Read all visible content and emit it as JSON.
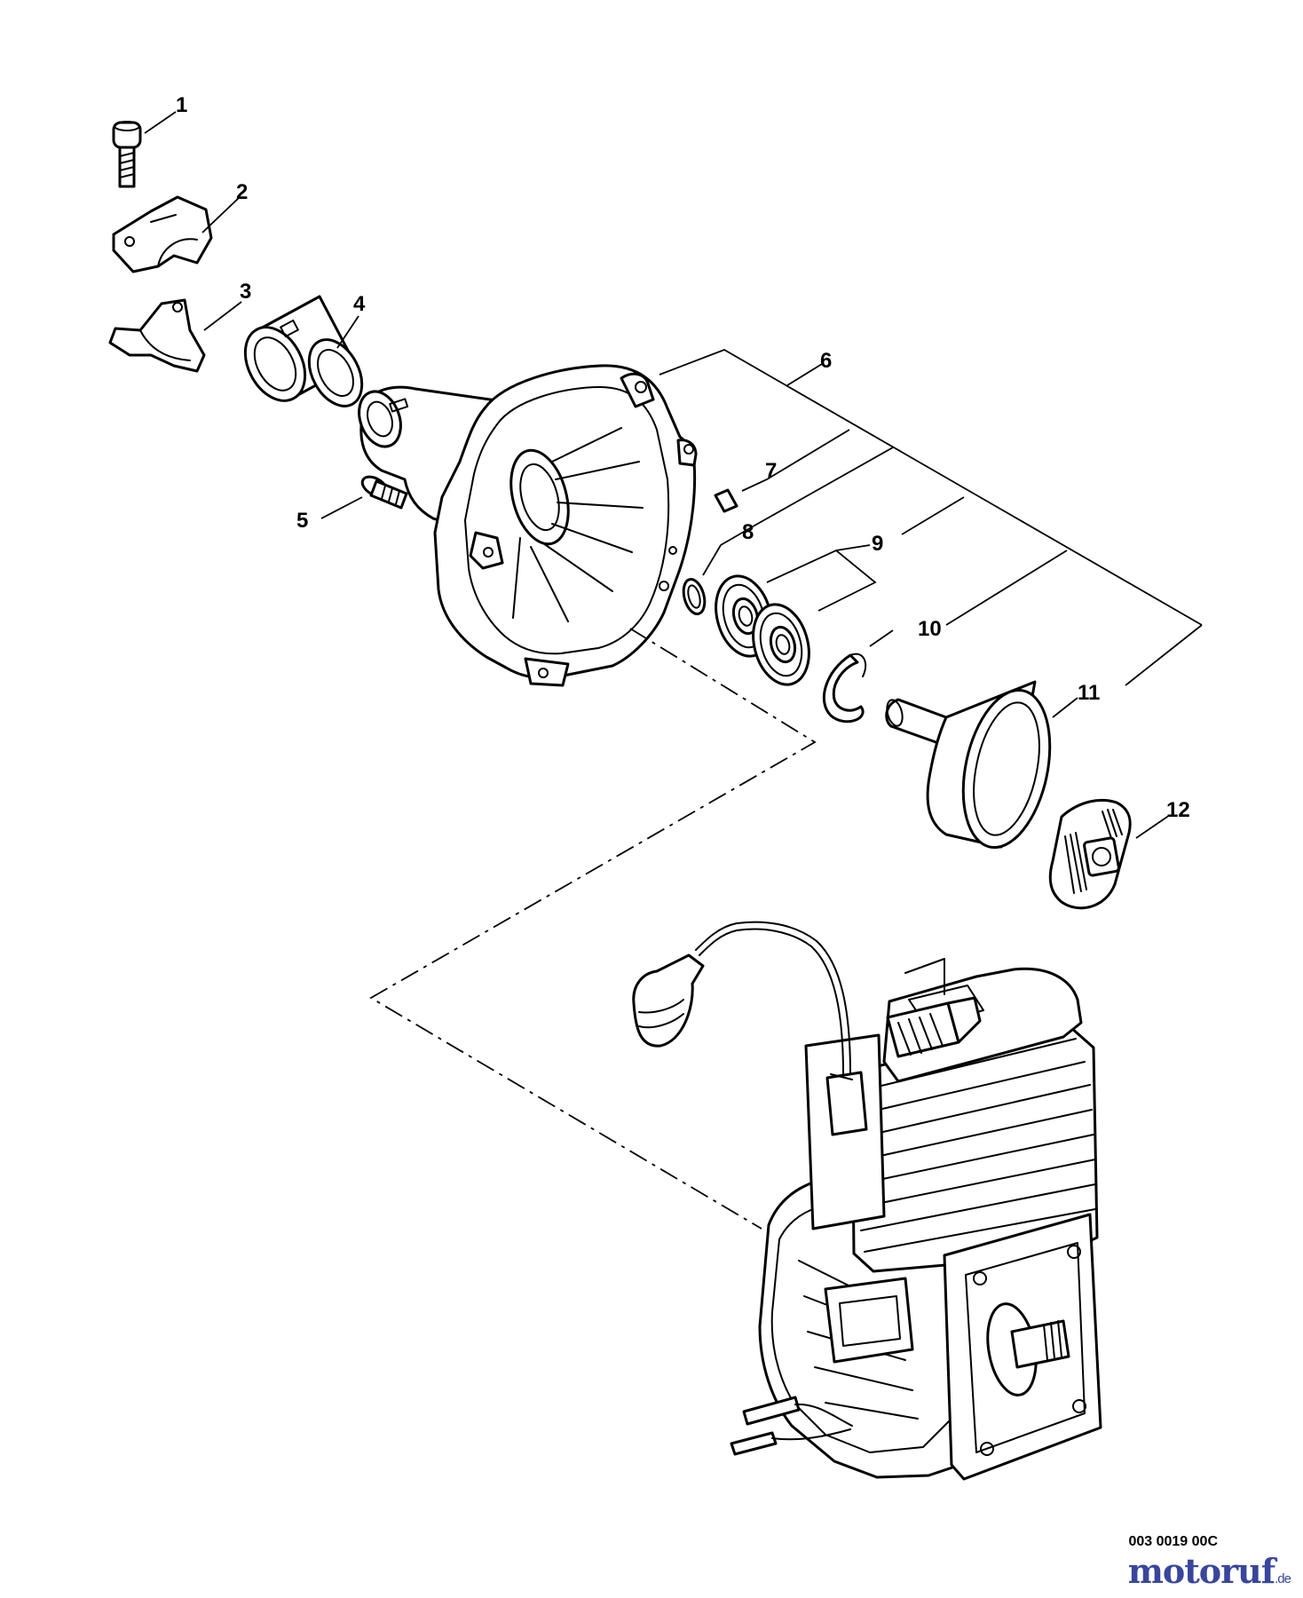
{
  "callouts": [
    "1",
    "2",
    "3",
    "4",
    "5",
    "6",
    "7",
    "8",
    "9",
    "10",
    "11",
    "12"
  ],
  "drawing_code": "003 0019 00C",
  "logo": {
    "name": "motoruf",
    "suffix": ".de",
    "color": "#39469c"
  }
}
